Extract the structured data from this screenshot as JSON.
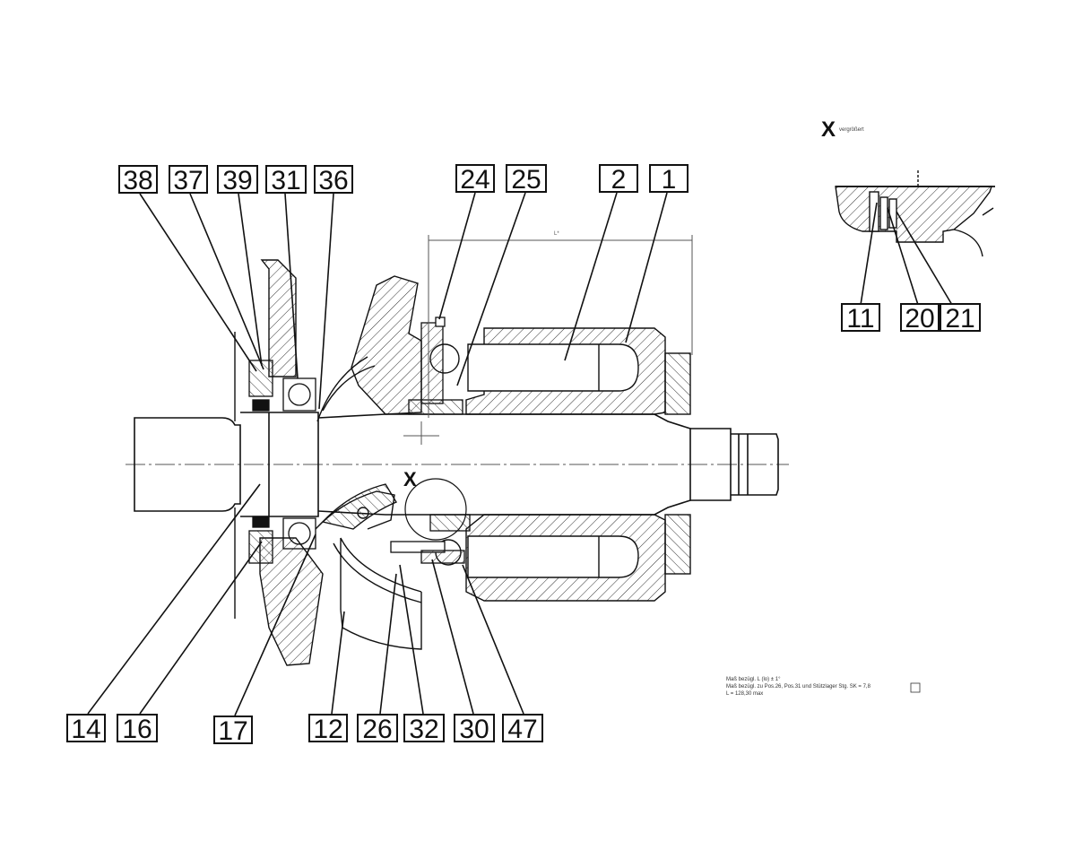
{
  "diagram": {
    "detail": {
      "title": "X",
      "subtitle": "vergrößert"
    },
    "section_marker": "X",
    "callouts": {
      "c38": "38",
      "c37": "37",
      "c39": "39",
      "c31": "31",
      "c36": "36",
      "c24": "24",
      "c25": "25",
      "c2": "2",
      "c1": "1",
      "c11": "11",
      "c20": "20",
      "c21": "21",
      "c14": "14",
      "c16": "16",
      "c17": "17",
      "c12": "12",
      "c26": "26",
      "c32": "32",
      "c30": "30",
      "c47": "47"
    },
    "notes": {
      "line1": "Maß bezügl. L (lo) ± 1°",
      "line2": "Maß bezügl. zu Pos.26, Pos.31 und Stützlager Stg. SK = 7,8",
      "line3": "L = 128,30 max"
    },
    "dimension": "L*"
  },
  "colors": {
    "line": "#111111",
    "background": "#ffffff",
    "hatch": "#333333"
  }
}
